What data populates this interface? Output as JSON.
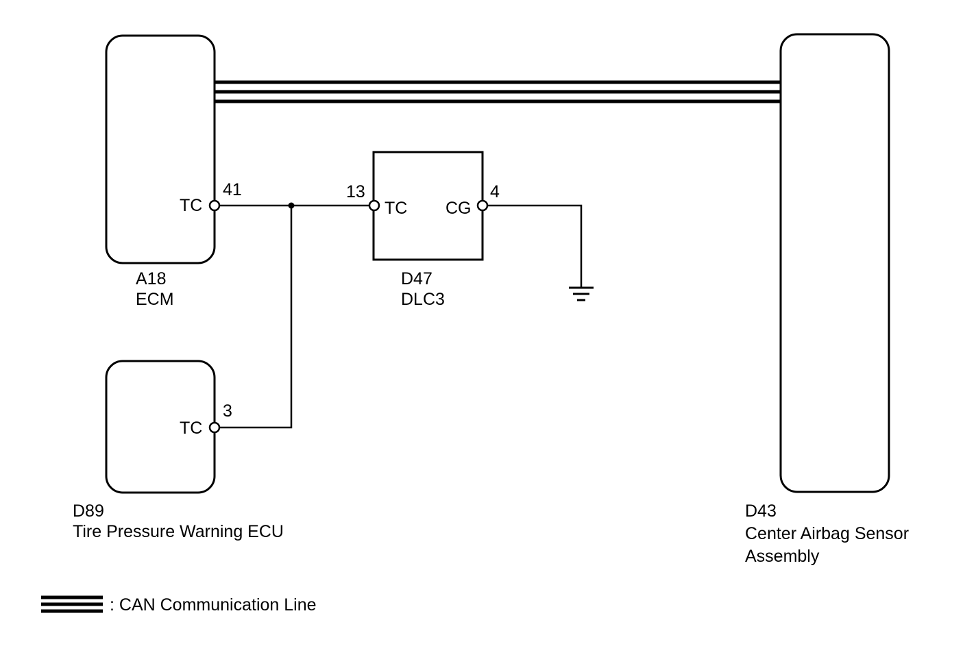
{
  "colors": {
    "line": "#000000",
    "background": "#ffffff"
  },
  "components": {
    "ecm": {
      "code": "A18",
      "name": "ECM",
      "pin_number": "41",
      "pin_name": "TC"
    },
    "tpw": {
      "code": "D89",
      "name": "Tire Pressure Warning ECU",
      "pin_number": "3",
      "pin_name": "TC"
    },
    "dlc3": {
      "code": "D47",
      "name": "DLC3",
      "pin_tc_number": "13",
      "pin_tc_name": "TC",
      "pin_cg_number": "4",
      "pin_cg_name": "CG"
    },
    "airbag": {
      "code": "D43",
      "name_line1": "Center Airbag Sensor",
      "name_line2": "Assembly"
    }
  },
  "legend": {
    "text": ": CAN Communication Line",
    "icon": "triple-line-icon"
  }
}
